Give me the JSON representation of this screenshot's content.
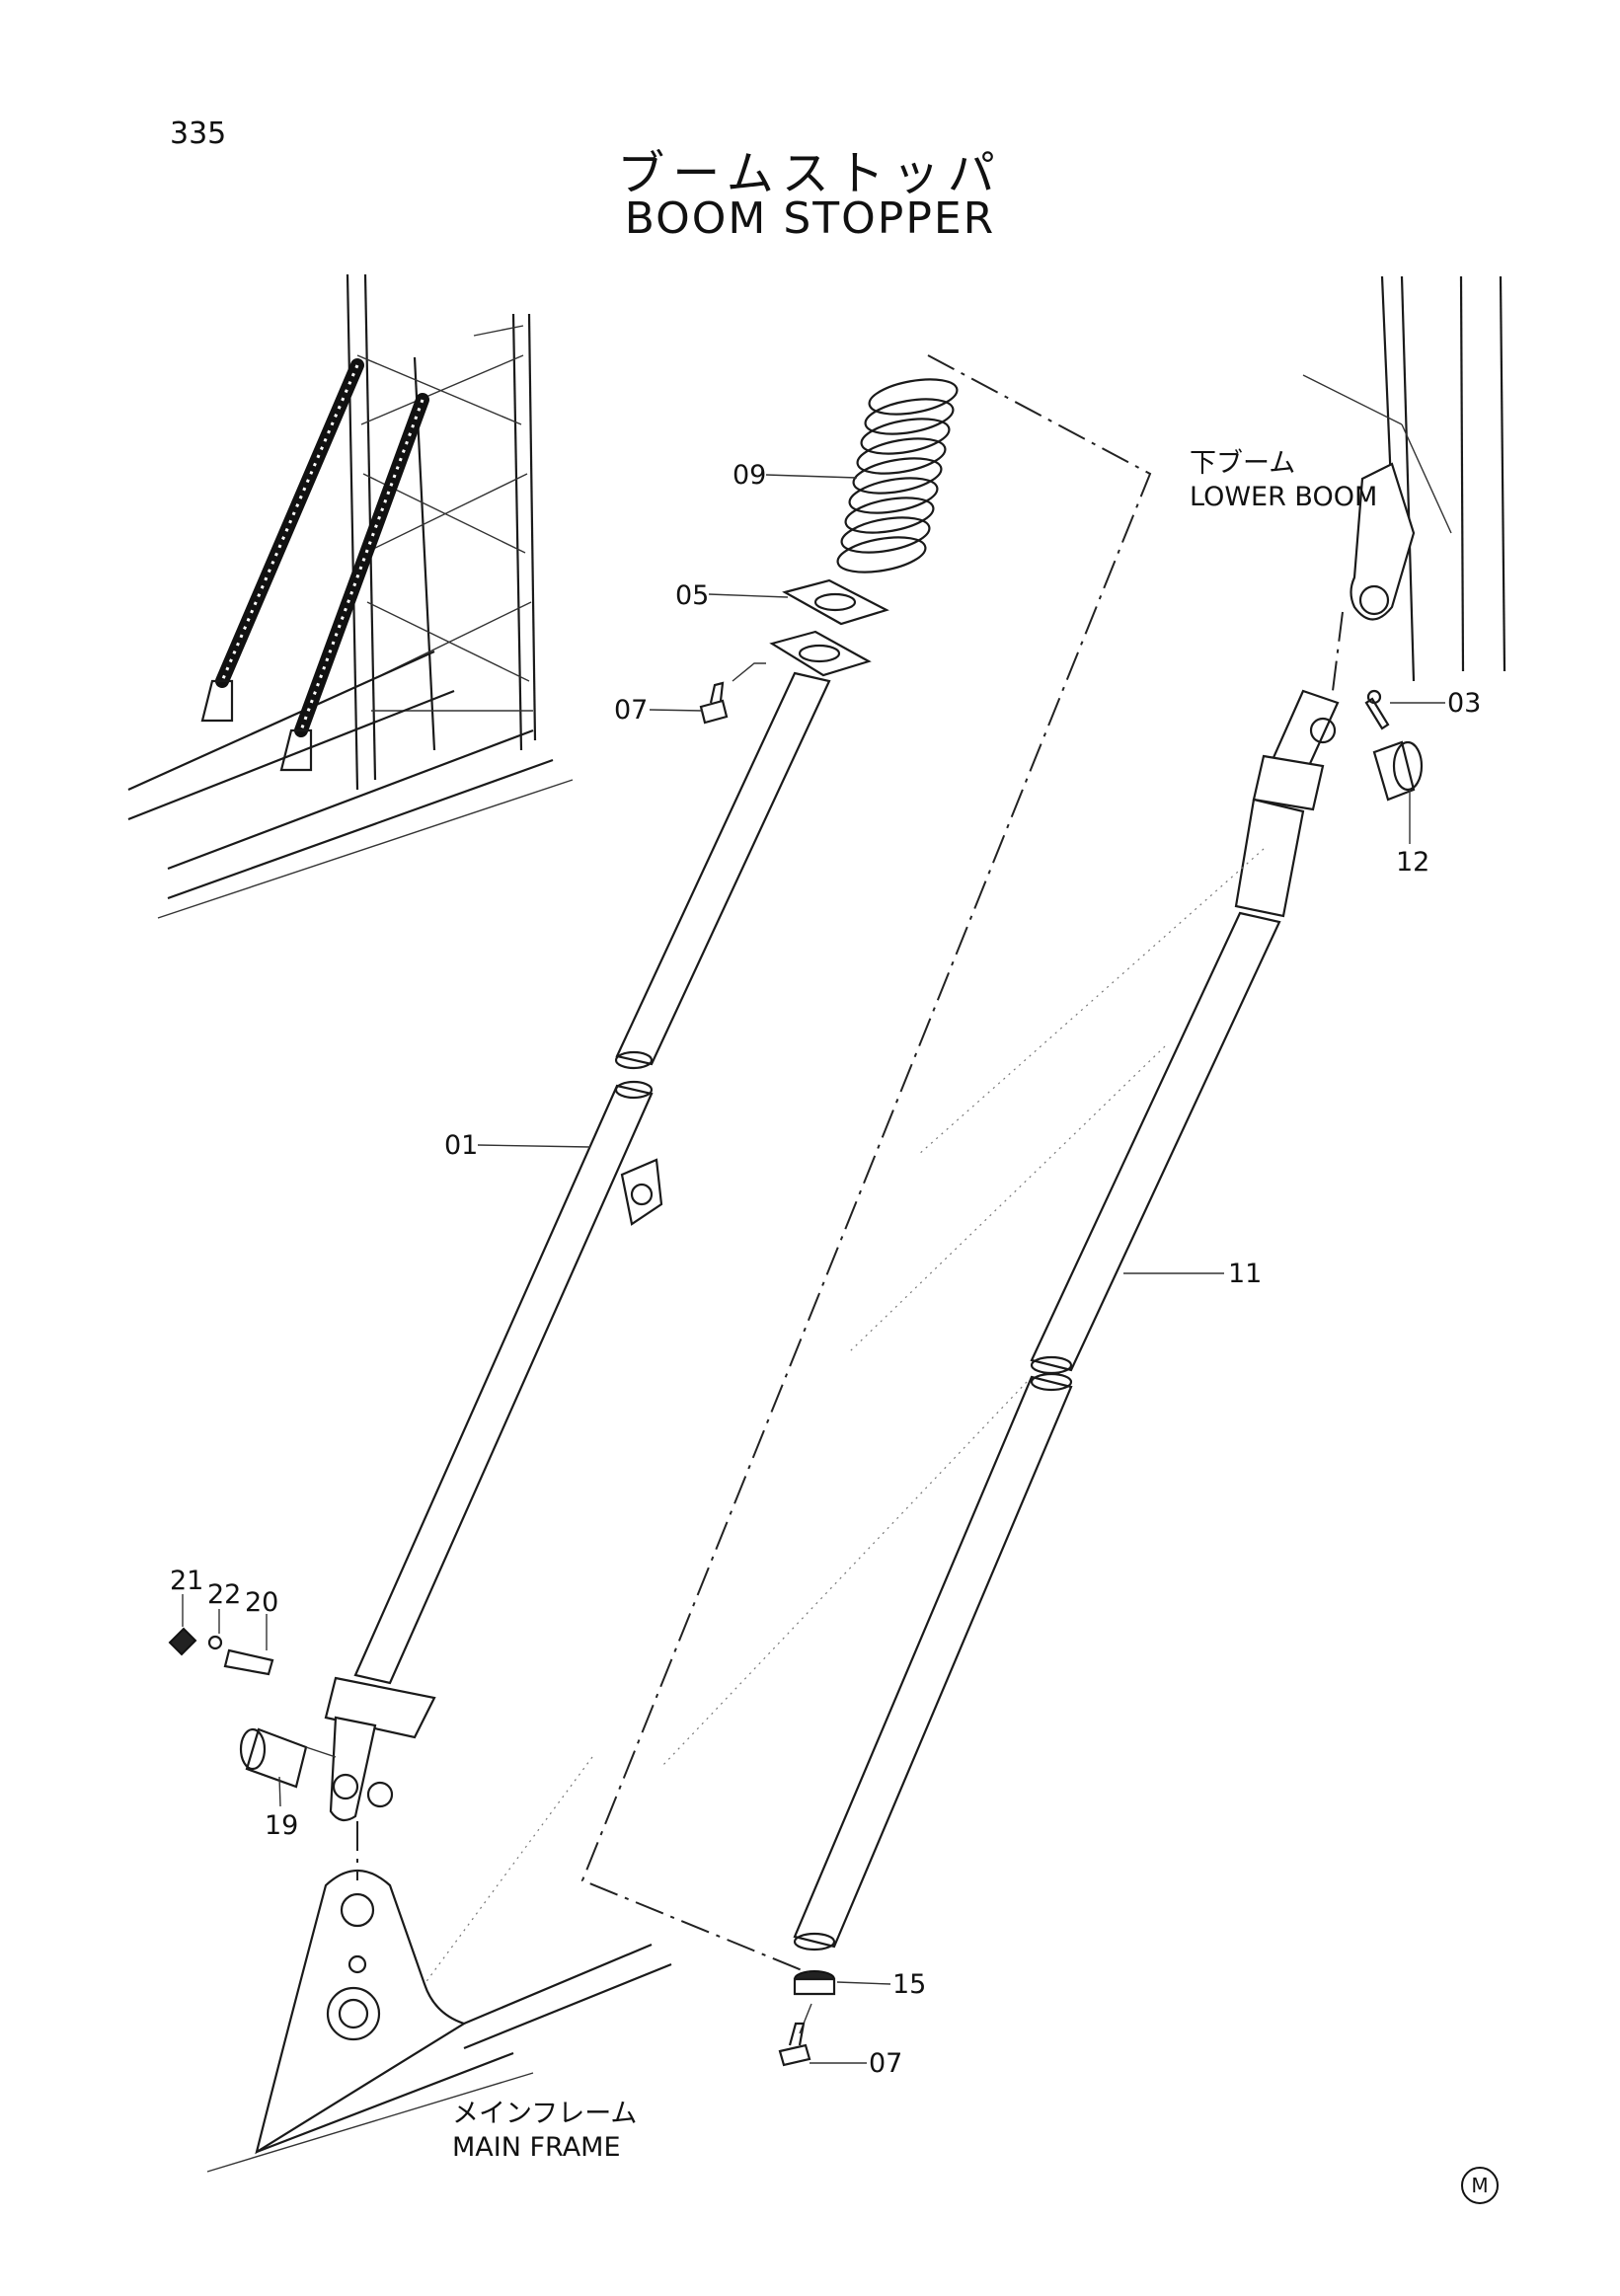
{
  "page": {
    "number": "335",
    "title_jp": "ブームストッパ",
    "title_en": "BOOM STOPPER"
  },
  "labels": {
    "lower_boom_jp": "下ブーム",
    "lower_boom_en": "LOWER BOOM",
    "main_frame_jp": "メインフレーム",
    "main_frame_en": "MAIN FRAME"
  },
  "callouts": {
    "p01": "01",
    "p03": "03",
    "p05": "05",
    "p07a": "07",
    "p07b": "07",
    "p09": "09",
    "p11": "11",
    "p12": "12",
    "p15": "15",
    "p19": "19",
    "p20": "20",
    "p21": "21",
    "p22": "22"
  },
  "mark": "M"
}
